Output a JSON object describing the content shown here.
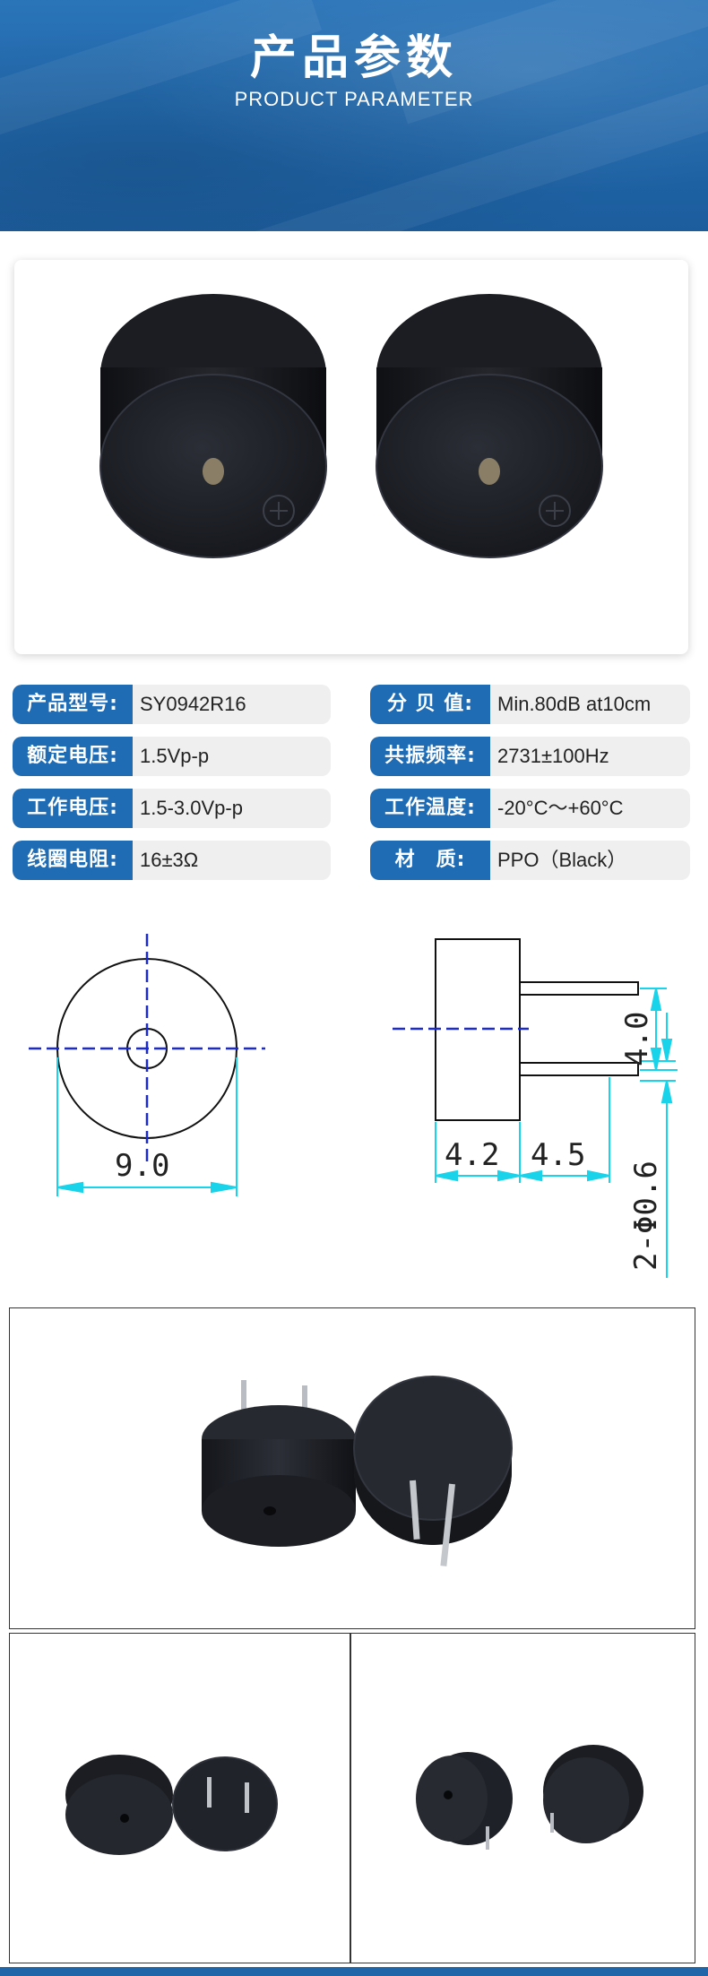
{
  "banner": {
    "title": "产品参数",
    "subtitle": "PRODUCT PARAMETER"
  },
  "colors": {
    "brand_blue": "#1f6bb4",
    "banner_blue": "#2a74b8",
    "row_bg": "#efefef",
    "dimension_cyan": "#19d3ea",
    "centerline_blue": "#1a2ad8"
  },
  "specs": [
    {
      "label": "产品型号:",
      "value": "SY0942R16"
    },
    {
      "label": "分 贝 值:",
      "value": "Min.80dB at10cm"
    },
    {
      "label": "额定电压:",
      "value": "1.5Vp-p"
    },
    {
      "label": "共振频率:",
      "value": "2731±100Hz"
    },
    {
      "label": "工作电压:",
      "value": "1.5-3.0Vp-p"
    },
    {
      "label": "工作温度:",
      "value": "-20°C～+60°C"
    },
    {
      "label": "线圈电阻:",
      "value": "16±3Ω"
    },
    {
      "label": "材　质:",
      "value": "PPO（Black）"
    }
  ],
  "drawing": {
    "diameter": "9.0",
    "body_height": "4.2",
    "pin_length": "4.5",
    "pin_spacing": "4.0",
    "pin_diameter": "2-Φ0.6"
  }
}
